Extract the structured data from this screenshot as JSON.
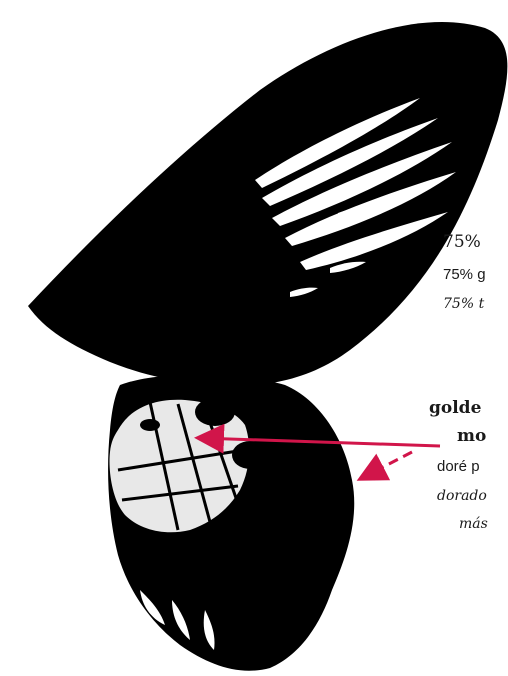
{
  "colors": {
    "wing": "#000000",
    "patch": "#e8e8e8",
    "arrow": "#d1154a",
    "background": "#ffffff"
  },
  "labels": {
    "forewing": {
      "line1": "75%",
      "line2": "75% g",
      "line3": "75% t"
    },
    "hindwing": {
      "line1": "golde",
      "line2": "mo",
      "line3": "doré p",
      "line4": "dorado",
      "line5": "más"
    }
  }
}
